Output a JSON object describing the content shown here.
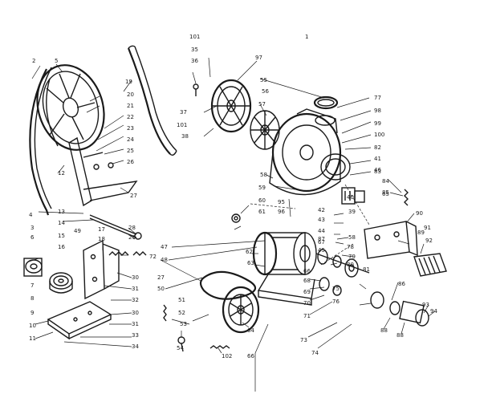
{
  "callouts": [
    {
      "id": "c1",
      "text": "1"
    },
    {
      "id": "c2",
      "text": "2"
    },
    {
      "id": "c3",
      "text": "3"
    },
    {
      "id": "c4",
      "text": "4"
    },
    {
      "id": "c5",
      "text": "5"
    },
    {
      "id": "c6",
      "text": "6"
    },
    {
      "id": "c7",
      "text": "7"
    },
    {
      "id": "c8",
      "text": "8"
    },
    {
      "id": "c9",
      "text": "9"
    },
    {
      "id": "c10",
      "text": "10"
    },
    {
      "id": "c11",
      "text": "11"
    },
    {
      "id": "c12",
      "text": "12"
    },
    {
      "id": "c13",
      "text": "13"
    },
    {
      "id": "c14",
      "text": "14"
    },
    {
      "id": "c15",
      "text": "15"
    },
    {
      "id": "c16",
      "text": "16"
    },
    {
      "id": "c17",
      "text": "17"
    },
    {
      "id": "c18",
      "text": "18"
    },
    {
      "id": "c19",
      "text": "19"
    },
    {
      "id": "c20",
      "text": "20"
    },
    {
      "id": "c21",
      "text": "21"
    },
    {
      "id": "c22",
      "text": "22"
    },
    {
      "id": "c23",
      "text": "23"
    },
    {
      "id": "c24",
      "text": "24"
    },
    {
      "id": "c25",
      "text": "25"
    },
    {
      "id": "c26",
      "text": "26"
    },
    {
      "id": "c27a",
      "text": "27"
    },
    {
      "id": "c27b",
      "text": "27"
    },
    {
      "id": "c28",
      "text": "28"
    },
    {
      "id": "c29",
      "text": "29"
    },
    {
      "id": "c30a",
      "text": "30"
    },
    {
      "id": "c30b",
      "text": "30"
    },
    {
      "id": "c31a",
      "text": "31"
    },
    {
      "id": "c31b",
      "text": "31"
    },
    {
      "id": "c32",
      "text": "32"
    },
    {
      "id": "c33",
      "text": "33"
    },
    {
      "id": "c34",
      "text": "34"
    },
    {
      "id": "c35",
      "text": "35"
    },
    {
      "id": "c36",
      "text": "36"
    },
    {
      "id": "c37",
      "text": "37"
    },
    {
      "id": "c38",
      "text": "38"
    },
    {
      "id": "c39",
      "text": "39"
    },
    {
      "id": "c40",
      "text": "40"
    },
    {
      "id": "c42",
      "text": "42"
    },
    {
      "id": "c43",
      "text": "43"
    },
    {
      "id": "c44",
      "text": "44"
    },
    {
      "id": "c47",
      "text": "47"
    },
    {
      "id": "c48",
      "text": "48"
    },
    {
      "id": "c49",
      "text": "49"
    },
    {
      "id": "c50",
      "text": "50"
    },
    {
      "id": "c51",
      "text": "51"
    },
    {
      "id": "c52",
      "text": "52"
    },
    {
      "id": "c53",
      "text": "53"
    },
    {
      "id": "c54",
      "text": "54"
    },
    {
      "id": "c55",
      "text": "55"
    },
    {
      "id": "c56",
      "text": "56"
    },
    {
      "id": "c57",
      "text": "57"
    },
    {
      "id": "c58a",
      "text": "58"
    },
    {
      "id": "c58b",
      "text": "58"
    },
    {
      "id": "c59",
      "text": "59"
    },
    {
      "id": "c60",
      "text": "60"
    },
    {
      "id": "c61",
      "text": "61"
    },
    {
      "id": "c62",
      "text": "62"
    },
    {
      "id": "c63",
      "text": "63"
    },
    {
      "id": "c64",
      "text": "64"
    },
    {
      "id": "c65",
      "text": "65"
    },
    {
      "id": "c66",
      "text": "66"
    },
    {
      "id": "c67",
      "text": "67"
    },
    {
      "id": "c68",
      "text": "68"
    },
    {
      "id": "c69",
      "text": "69"
    },
    {
      "id": "c70",
      "text": "70"
    },
    {
      "id": "c71",
      "text": "71"
    },
    {
      "id": "c72",
      "text": "72"
    },
    {
      "id": "c73",
      "text": "73"
    },
    {
      "id": "c74",
      "text": "74"
    },
    {
      "id": "c75",
      "text": "75"
    },
    {
      "id": "c76",
      "text": "76"
    },
    {
      "id": "c77",
      "text": "77"
    },
    {
      "id": "c78",
      "text": "78"
    },
    {
      "id": "c79",
      "text": "79"
    },
    {
      "id": "c80",
      "text": "80"
    },
    {
      "id": "c81",
      "text": "81"
    },
    {
      "id": "c82",
      "text": "82"
    },
    {
      "id": "c83",
      "text": "83"
    },
    {
      "id": "c84",
      "text": "84"
    },
    {
      "id": "c85",
      "text": "85"
    },
    {
      "id": "c86",
      "text": "86"
    },
    {
      "id": "c87",
      "text": "87"
    },
    {
      "id": "c88",
      "text": "88"
    },
    {
      "id": "c89",
      "text": "89"
    },
    {
      "id": "c90",
      "text": "90"
    },
    {
      "id": "c91",
      "text": "91"
    },
    {
      "id": "c92",
      "text": "92"
    },
    {
      "id": "c93",
      "text": "93"
    },
    {
      "id": "c94",
      "text": "94"
    },
    {
      "id": "c95",
      "text": "95"
    },
    {
      "id": "c96",
      "text": "96"
    },
    {
      "id": "c97",
      "text": "97"
    },
    {
      "id": "c98",
      "text": "98"
    },
    {
      "id": "c99",
      "text": "99"
    },
    {
      "id": "c100",
      "text": "100"
    },
    {
      "id": "c101a",
      "text": "101"
    },
    {
      "id": "c101b",
      "text": "101"
    },
    {
      "id": "c102",
      "text": "102"
    },
    {
      "id": "c41",
      "text": "41"
    },
    {
      "id": "c46",
      "text": "46"
    },
    {
      "id": "c45",
      "text": "45"
    },
    {
      "id": "c65b",
      "text": "66"
    },
    {
      "id": "c88b",
      "text": "88"
    }
  ]
}
